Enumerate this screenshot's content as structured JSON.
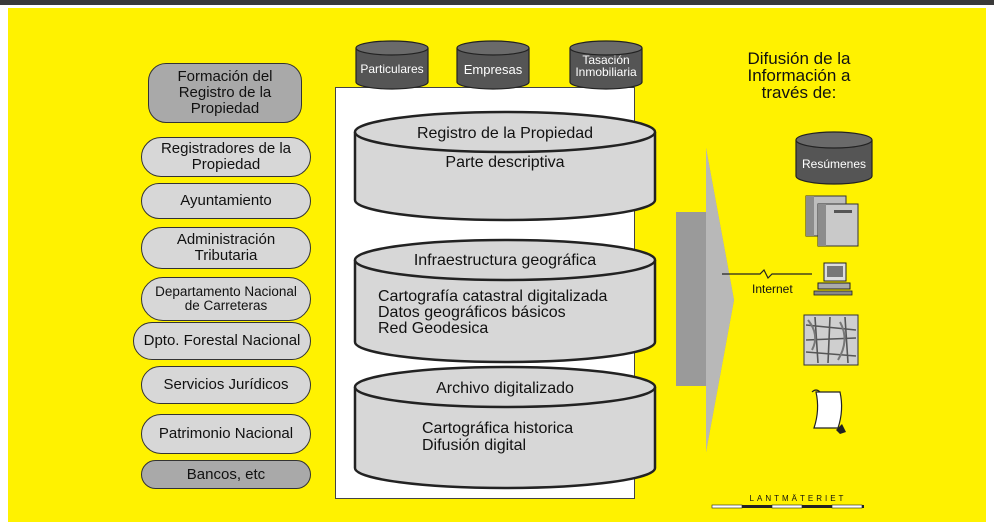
{
  "left_items": [
    {
      "label": "Formación del\nRegistro de la\nPropiedad",
      "style": "dark"
    },
    {
      "label": "Registradores de la\nPropiedad",
      "style": "light"
    },
    {
      "label": "Ayuntamiento",
      "style": "light"
    },
    {
      "label": "Administración\nTributaria",
      "style": "light"
    },
    {
      "label": "Departamento Nacional\nde Carreteras",
      "style": "light"
    },
    {
      "label": "Dpto. Forestal Nacional",
      "style": "light"
    },
    {
      "label": "Servicios Jurídicos",
      "style": "light"
    },
    {
      "label": "Patrimonio Nacional",
      "style": "light"
    },
    {
      "label": "Bancos, etc",
      "style": "dark"
    }
  ],
  "top_dbs": [
    {
      "label": "Particulares"
    },
    {
      "label": "Empresas"
    },
    {
      "label": "Tasación\nInmobiliaria"
    }
  ],
  "central_dbs": [
    {
      "title": "Registro de la Propiedad",
      "body": "Parte descriptiva"
    },
    {
      "title": "Infraestructura geográfica",
      "body": "Cartografía catastral digitalizada\nDatos geográficos básicos\nRed Geodesica"
    },
    {
      "title": "Archivo digitalizado",
      "body": "Cartográfica historica\nDifusión digital"
    }
  ],
  "right": {
    "heading": "Difusión de la\nInformación a\ntravés de:",
    "summary_label": "Resúmenes",
    "internet_label": "Internet",
    "icons": [
      "server-icon",
      "computer-icon",
      "map-image-icon",
      "scroll-icon"
    ]
  },
  "logo_text": "LANTMÄTERIET",
  "colors": {
    "background": "#fff200",
    "pill": "#d7d7d7",
    "pill_dark": "#a9a9a9",
    "db_top": "#555555",
    "arrow": "#9a9a9a"
  }
}
